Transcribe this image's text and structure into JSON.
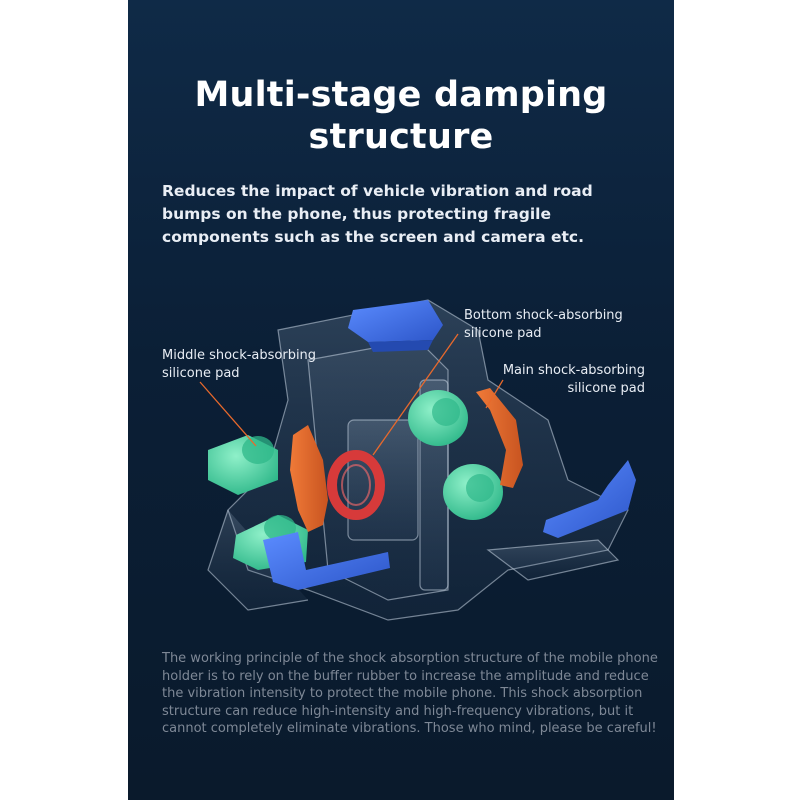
{
  "title": "Multi-stage damping structure",
  "subtitle": "Reduces the impact of vehicle vibration and road bumps on the phone, thus protecting fragile components such as the screen and camera etc.",
  "labels": {
    "middle": "Middle shock-absorbing silicone pad",
    "bottom": "Bottom shock-absorbing silicone pad",
    "main": "Main shock-absorbing silicone pad"
  },
  "footer": "The working principle of the shock absorption structure of the mobile phone holder is to rely on the buffer rubber to increase the amplitude and reduce the vibration intensity to protect the mobile phone. This shock absorption structure can reduce high-intensity and high-frequency vibrations, but it cannot completely eliminate vibrations. Those who mind, please be careful!",
  "colors": {
    "background": "#0f2a47",
    "green_pad": "#4fd6a8",
    "blue_pad": "#3d6fe0",
    "orange_pad": "#e8692c",
    "red_ring": "#d73a3a",
    "leader_line": "#e8692c"
  }
}
